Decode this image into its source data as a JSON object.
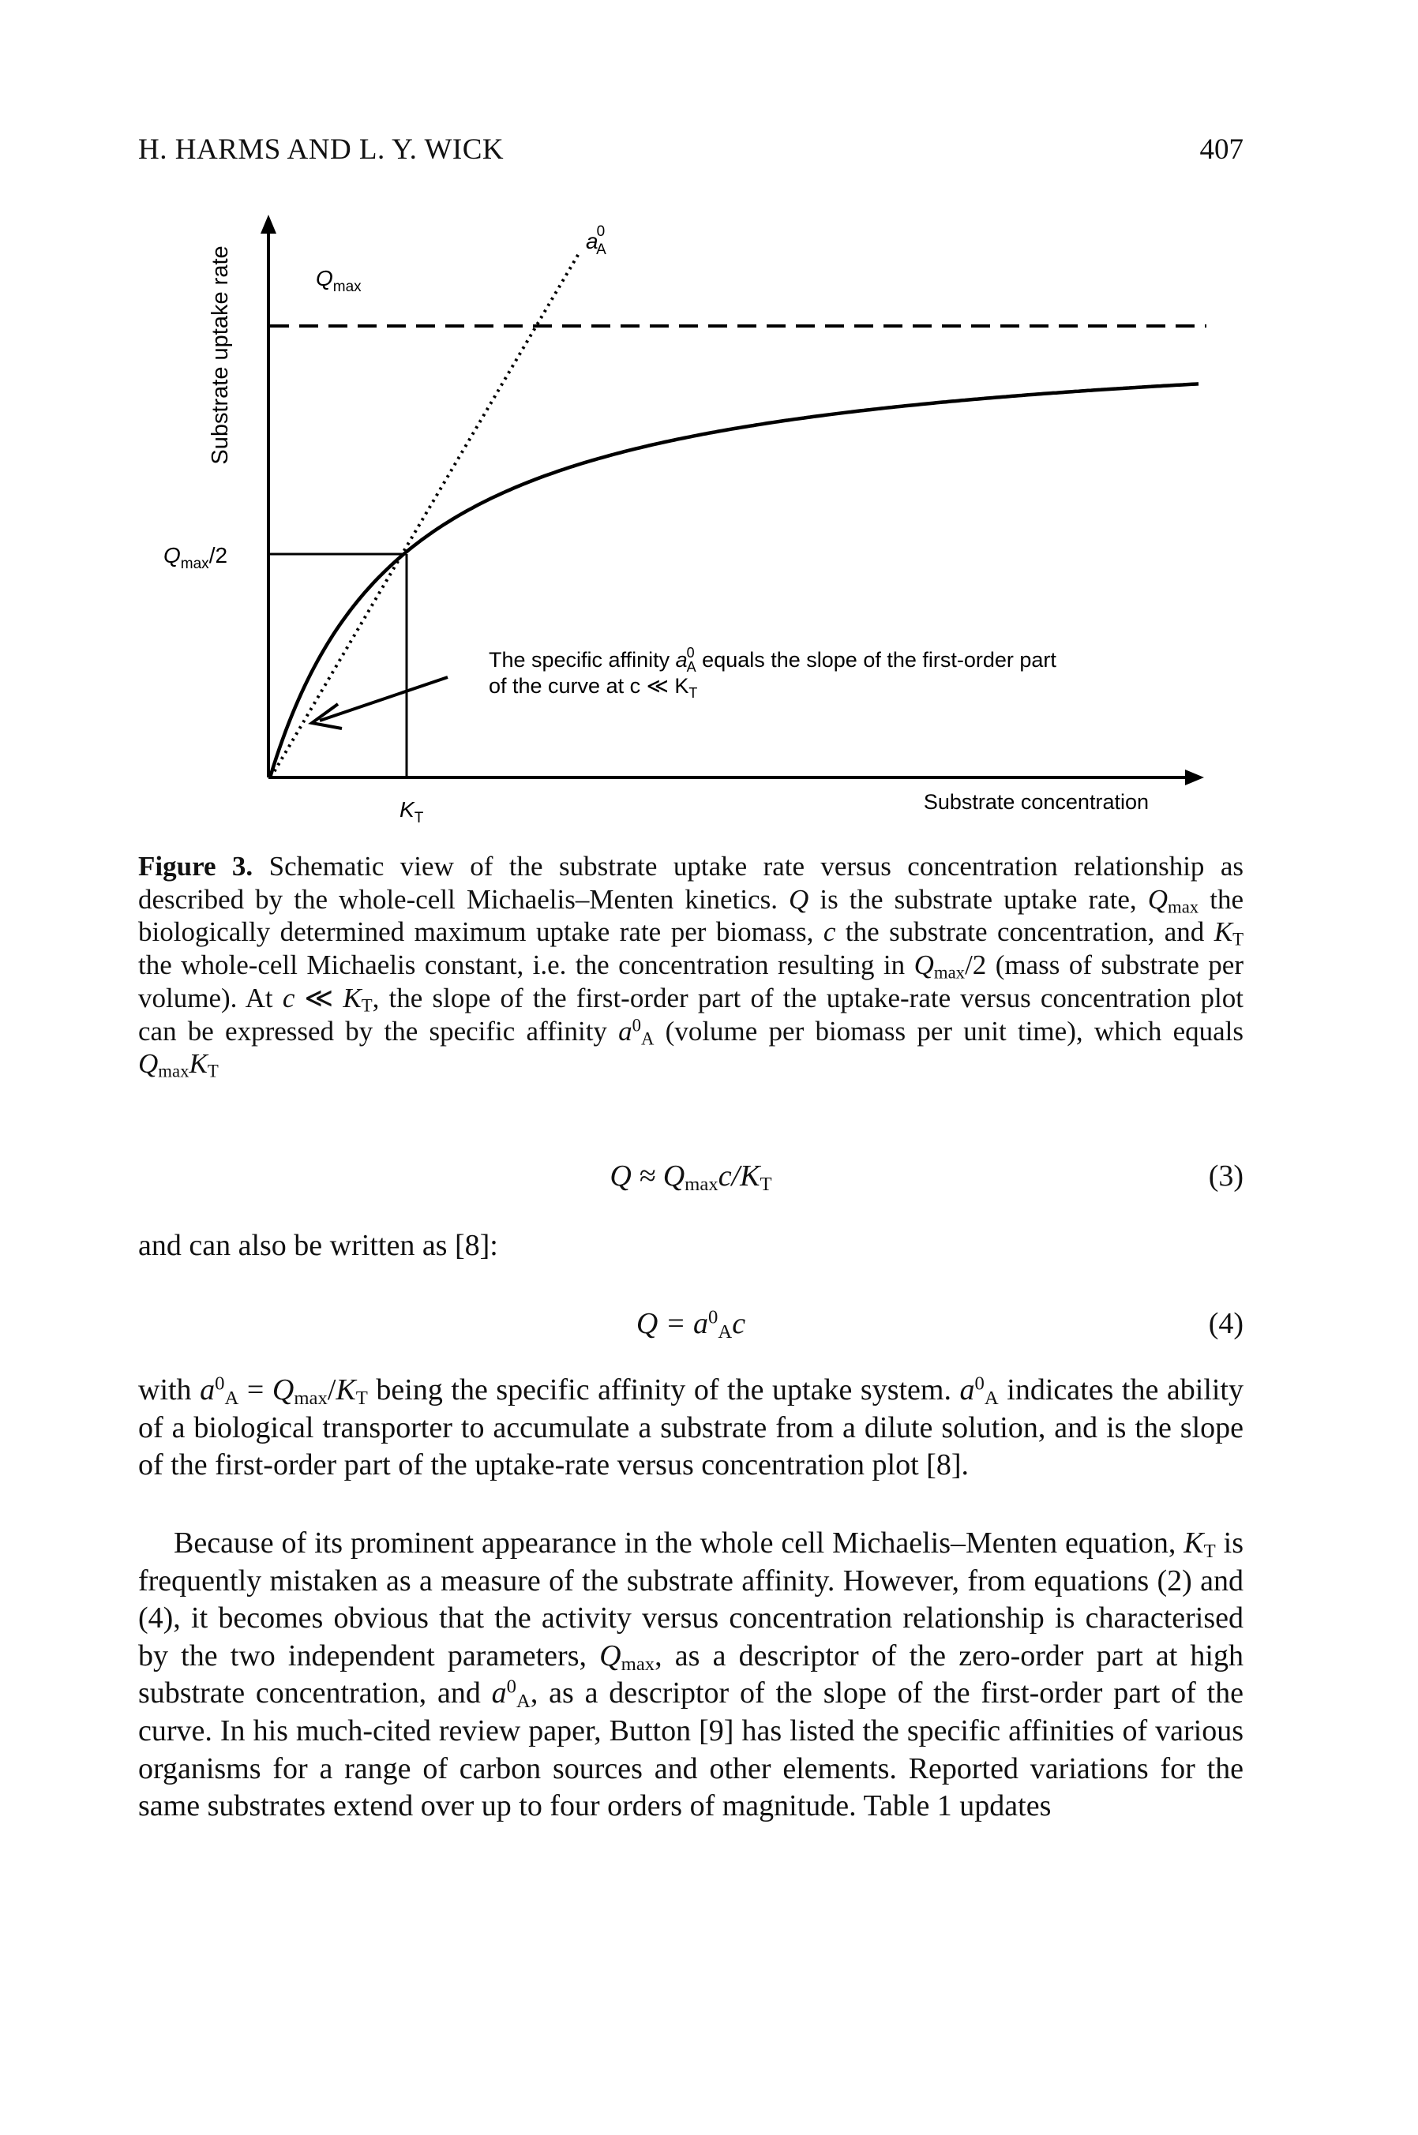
{
  "header": {
    "authors": "H. HARMS AND L. Y. WICK",
    "page_number": "407"
  },
  "figure": {
    "y_axis_label": "Substrate uptake rate",
    "x_axis_label": "Substrate concentration",
    "qmax_label": "Q",
    "qmax_sub": "max",
    "half_label": "Q",
    "half_sub": "max",
    "half_suffix": "/2",
    "kt_label": "K",
    "kt_sub": "T",
    "slope_label": "a",
    "slope_sup": "0",
    "slope_sub": "A",
    "annotation_line1_a": "The specific affinity ",
    "annotation_line1_b": " equals the slope of the first-order part",
    "annotation_line2": "of  the curve at c ≪ K",
    "annotation_line2_sub": "T"
  },
  "chart_data": {
    "type": "line",
    "title": "",
    "xlabel": "Substrate concentration",
    "ylabel": "Substrate uptake rate",
    "series": [
      {
        "name": "",
        "description": "Michaelis-Menten saturation curve Q = Qmax c/(KT + c)"
      }
    ],
    "reference_lines": [
      "Qmax (dashed horizontal)",
      "Qmax/2",
      "KT",
      "aA0 (dotted tangent)"
    ]
  },
  "caption": {
    "label": "Figure 3.",
    "t1": "  Schematic view of the substrate uptake rate versus concentration relationship as described by the whole-cell Michaelis–Menten kinetics. ",
    "t2": " is the substrate uptake rate, ",
    "t3": " the biologically determined maximum uptake rate per biomass, ",
    "t4": " the substrate concentration, and ",
    "t5": " the whole-cell Michaelis constant, i.e. the concentration resulting in ",
    "t6": "/2 (mass of substrate per volume). At ",
    "t7": ", the slope of the first-order part of the uptake-rate versus concentration plot can be expressed by the specific affinity ",
    "t8": " (volume per biomass per unit time), which equals ",
    "Q": "Q",
    "max": "max",
    "c": "c",
    "K": "K",
    "T": "T",
    "a": "a",
    "zero": "0",
    "A": "A",
    "ll": " ≪ "
  },
  "equations": {
    "eq3": "Q ≈ Q",
    "eq3_mid": "c/K",
    "eq3_num": "(3)",
    "eq4_a": "Q = a",
    "eq4_b": "c",
    "eq4_num": "(4)"
  },
  "body": {
    "p0": "and can also be written as [8]:",
    "p1_a": "with ",
    "p1_b": " being the specific affinity of the uptake system. ",
    "p1_c": " indicates the ability of a biological transporter to accumulate a substrate from a dilute solution, and is the slope of the first-order part of the uptake-rate versus concentration plot [8].",
    "p2_a": "Because of its prominent appearance in the whole cell Michaelis–Menten equation, ",
    "p2_b": " is frequently mistaken as a measure of the substrate affinity. However, from equations (2) and (4), it becomes obvious that the activity versus concentration relationship is characterised by the two independent parameters, ",
    "p2_c": ", as a descriptor of the zero-order part at high substrate concentration, and ",
    "p2_d": ", as a descriptor of the slope of the first-order part of the curve. In his much-cited review paper, Button [9] has listed the specific affinities of various organisms for a range of carbon sources and other elements. Reported variations for the same substrates extend over up to four orders of magnitude. Table 1 updates",
    "eq_inline": " = ",
    "slash": "/"
  }
}
